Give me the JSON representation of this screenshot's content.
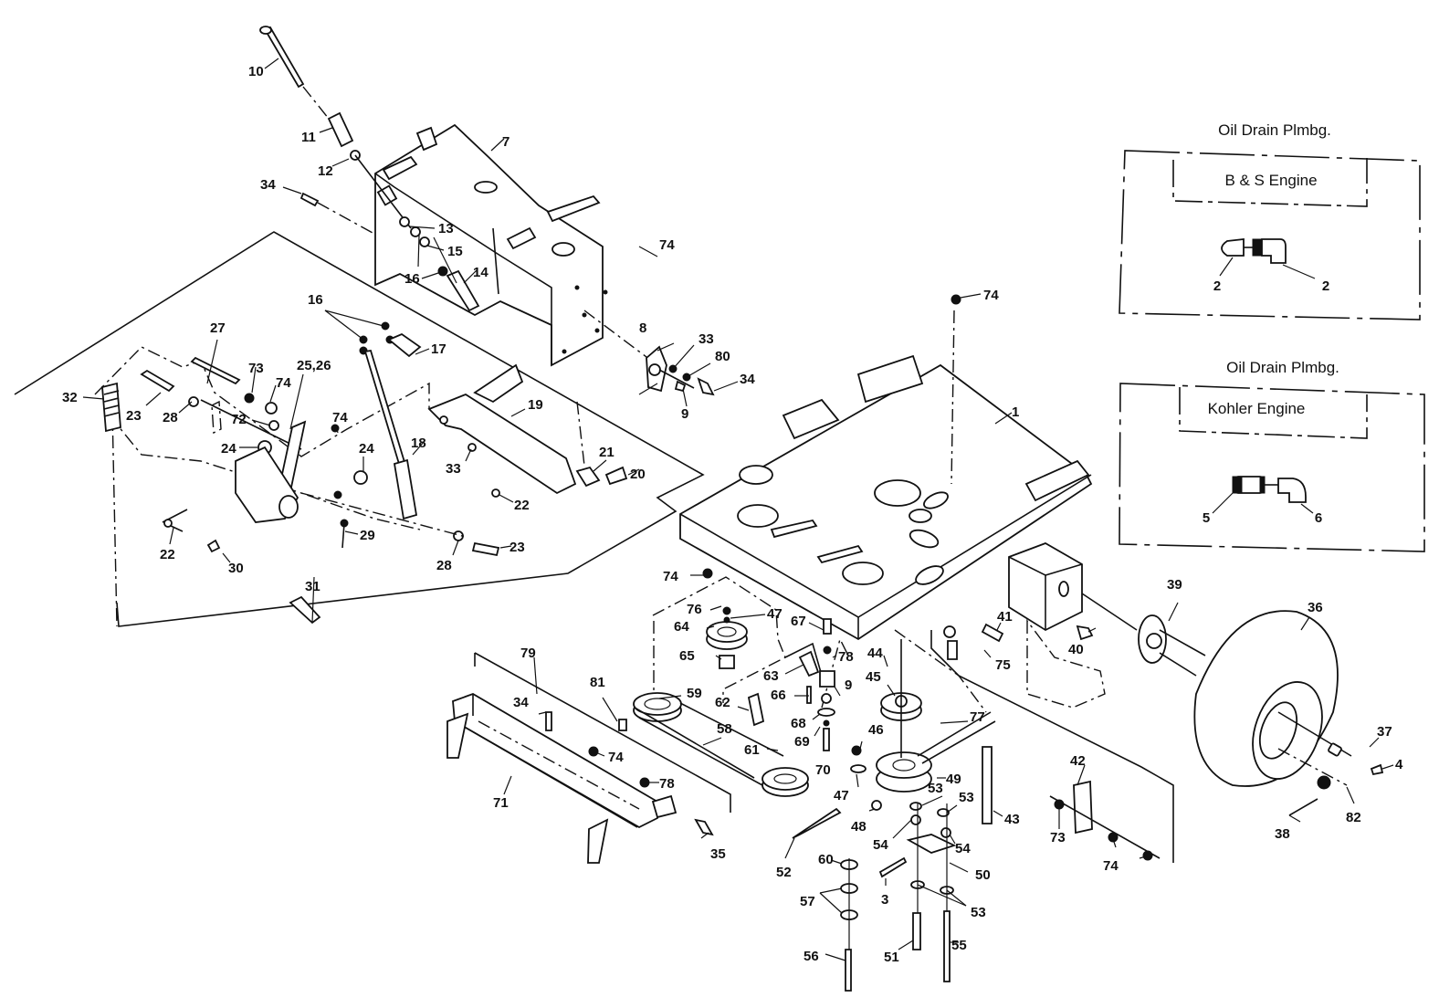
{
  "diagram": {
    "subject": "Walk-behind mower chassis / traction drive exploded parts view",
    "insets": [
      {
        "id": "bs",
        "title": "Oil Drain Plmbg.",
        "engine": "B & S Engine",
        "callouts": [
          "2",
          "2"
        ]
      },
      {
        "id": "kohler",
        "title": "Oil Drain Plmbg.",
        "engine": "Kohler Engine",
        "callouts": [
          "5",
          "6"
        ]
      }
    ],
    "callouts": {
      "c1": "1",
      "c3": "3",
      "c4": "4",
      "c7": "7",
      "c8": "8",
      "c9a": "9",
      "c9b": "9",
      "c10": "10",
      "c11": "11",
      "c12": "12",
      "c13": "13",
      "c14": "14",
      "c15": "15",
      "c16a": "16",
      "c16b": "16",
      "c17": "17",
      "c18": "18",
      "c19": "19",
      "c20": "20",
      "c21": "21",
      "c22a": "22",
      "c22b": "22",
      "c23a": "23",
      "c23b": "23",
      "c24a": "24",
      "c24b": "24",
      "c2526": "25,26",
      "c27": "27",
      "c28a": "28",
      "c28b": "28",
      "c29": "29",
      "c30": "30",
      "c31": "31",
      "c32": "32",
      "c33a": "33",
      "c33b": "33",
      "c34a": "34",
      "c34b": "34",
      "c34c": "34",
      "c35": "35",
      "c36": "36",
      "c37": "37",
      "c38": "38",
      "c39": "39",
      "c40": "40",
      "c41": "41",
      "c42": "42",
      "c43": "43",
      "c44": "44",
      "c45": "45",
      "c46": "46",
      "c47a": "47",
      "c47b": "47",
      "c48": "48",
      "c49": "49",
      "c50": "50",
      "c51": "51",
      "c52": "52",
      "c53a": "53",
      "c53b": "53",
      "c53c": "53",
      "c54a": "54",
      "c54b": "54",
      "c55": "55",
      "c56": "56",
      "c57": "57",
      "c58": "58",
      "c59": "59",
      "c60": "60",
      "c61": "61",
      "c62": "62",
      "c63": "63",
      "c64": "64",
      "c65": "65",
      "c66": "66",
      "c67": "67",
      "c68": "68",
      "c69": "69",
      "c70": "70",
      "c71": "71",
      "c72": "72",
      "c73a": "73",
      "c73b": "73",
      "c74a": "74",
      "c74b": "74",
      "c74c": "74",
      "c74d": "74",
      "c74e": "74",
      "c74f": "74",
      "c74g": "74",
      "c75": "75",
      "c76": "76",
      "c77": "77",
      "c78a": "78",
      "c78b": "78",
      "c79": "79",
      "c80": "80",
      "c81": "81",
      "c82": "82"
    }
  }
}
